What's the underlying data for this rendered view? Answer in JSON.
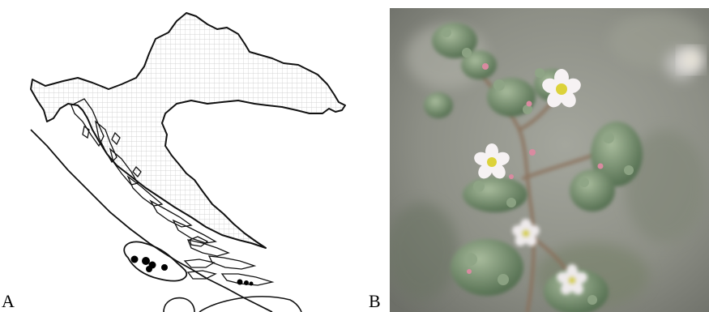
{
  "panels": {
    "a": {
      "label": "A"
    },
    "b": {
      "label": "B"
    }
  },
  "colors": {
    "outline": "#111111",
    "grid": "#c9c9c9",
    "dots": "#000000",
    "photo_background": "#8d8f86",
    "foliage": "#6f8a67",
    "petal": "#f6f2f3",
    "flower_center": "#dcd23a",
    "bud": "#d98aa0"
  },
  "icons": {
    "map": "croatia-distribution-map",
    "photo": "flowering-plant-photo"
  }
}
